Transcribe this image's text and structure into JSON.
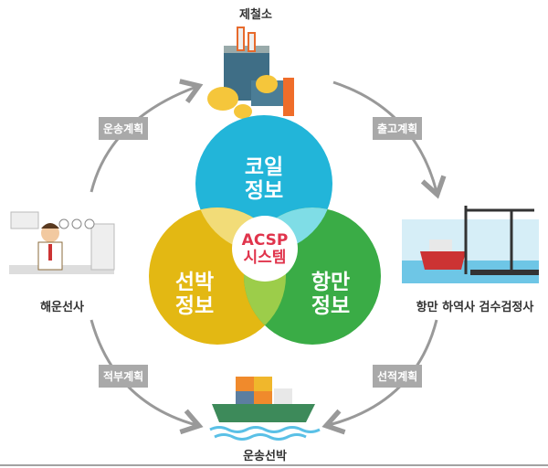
{
  "nodes": {
    "steel_mill": "제철소",
    "shipping_company": "해운선사",
    "port": "항만 하역사 검수검정사",
    "vessel": "운송선박"
  },
  "flows": {
    "transport_plan": "운송계획",
    "release_plan": "출고계획",
    "stowage_plan": "적부계획",
    "loading_plan": "선적계획"
  },
  "center": {
    "coil": "코일\n정보",
    "ship": "선박\n정보",
    "port": "항만\n정보",
    "system_line1": "ACSP",
    "system_line2": "시스템"
  },
  "colors": {
    "blue": "#22b5d9",
    "yellow": "#e3b813",
    "green": "#3aac46",
    "red": "#e0344c",
    "gray": "#a9a9a9"
  }
}
